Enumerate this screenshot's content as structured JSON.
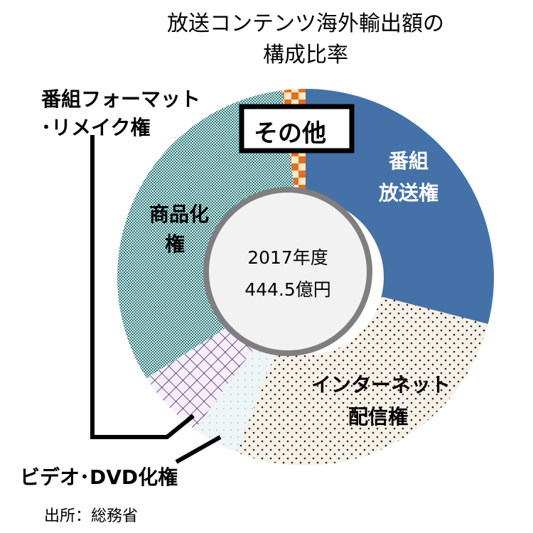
{
  "chart_data": {
    "type": "pie",
    "title_line1": "放送コンテンツ海外輸出額の",
    "title_line2": "構成比率",
    "center_line1": "2017年度",
    "center_line2": "444.5億円",
    "source": "出所：総務省",
    "slices": [
      {
        "name": "番組放送権",
        "label1": "番組",
        "label2": "放送権",
        "value": 29,
        "color": "#4472a8"
      },
      {
        "name": "インターネット配信権",
        "label1": "インターネット",
        "label2": "配信権",
        "value": 27,
        "color": "#f3ece0"
      },
      {
        "name": "ビデオ･DVD化権",
        "label1": "ビデオ･DVD化権",
        "value": 4,
        "color": "#eef4f4"
      },
      {
        "name": "番組フォーマット・リメイク権",
        "label1": "番組フォーマット",
        "label2": "･リメイク権",
        "value": 6,
        "color": "#f3e8f8"
      },
      {
        "name": "商品化権",
        "label1": "商品化",
        "label2": "権",
        "value": 32,
        "color": "#4f9a9a"
      },
      {
        "name": "その他",
        "label1": "その他",
        "value": 2,
        "color": "#e07020"
      }
    ]
  }
}
